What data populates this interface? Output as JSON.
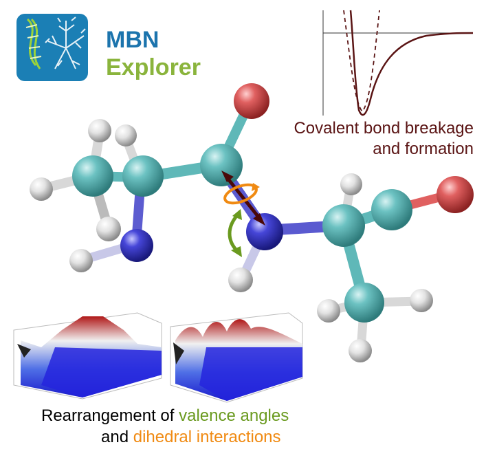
{
  "logo": {
    "line1": "MBN",
    "line2": "Explorer",
    "colors": {
      "line1": "#1c74ad",
      "line2": "#8ab43c",
      "box": "#1b7fb5"
    }
  },
  "potential_panel": {
    "caption_line1": "Covalent bond breakage",
    "caption_line2": "and formation",
    "curve_color": "#5a1414"
  },
  "bottom_caption": {
    "part1": "Rearrangement of ",
    "part2": "valence angles",
    "part3": "and ",
    "part4": "dihedral interactions",
    "colors": {
      "valence": "#6a9a1f",
      "dihedral": "#f08a12"
    }
  },
  "atom_colors": {
    "carbon": "#5fb8b8",
    "oxygen": "#e05555",
    "nitrogen": "#3a3ad0",
    "hydrogen": "#e8e8e8"
  },
  "icons": [
    "logo-fractal-icon",
    "double-arrow-icon",
    "rotation-arrow-icon",
    "bend-arrow-icon"
  ]
}
